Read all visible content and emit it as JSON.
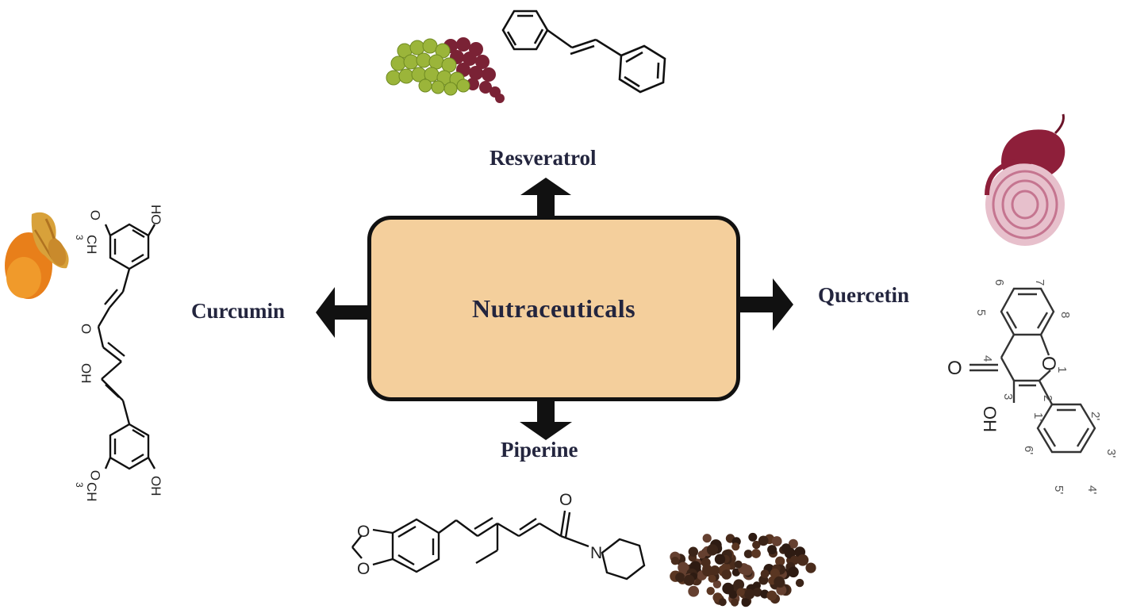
{
  "center": {
    "title": "Nutraceuticals"
  },
  "compounds": {
    "resveratrol": {
      "name": "Resveratrol",
      "source_icon": "grapes-icon"
    },
    "curcumin": {
      "name": "Curcumin",
      "source_icon": "turmeric-icon",
      "atoms": {
        "methoxy_o": "O",
        "methyl": "CH",
        "methyl_sub": "3",
        "hydroxy": "HO",
        "hydroxy_bottom": "OH",
        "keto_o": "O",
        "enol_oh": "OH"
      }
    },
    "quercetin": {
      "name": "Quercetin",
      "source_icon": "onion-icon",
      "atoms": {
        "keto_o": "O",
        "ring_o": "O",
        "hydroxy": "OH"
      },
      "positions": [
        "6",
        "7",
        "8",
        "5",
        "4",
        "1",
        "3",
        "2",
        "1'",
        "2'",
        "6'",
        "3'",
        "5'",
        "4'"
      ]
    },
    "piperine": {
      "name": "Piperine",
      "source_icon": "peppercorns-icon",
      "atoms": {
        "carbonyl_o": "O",
        "amine_n": "N"
      }
    }
  },
  "colors": {
    "box_fill": "#f4cf9c",
    "box_border": "#111111",
    "label_text": "#23253e",
    "arrow": "#111111"
  }
}
